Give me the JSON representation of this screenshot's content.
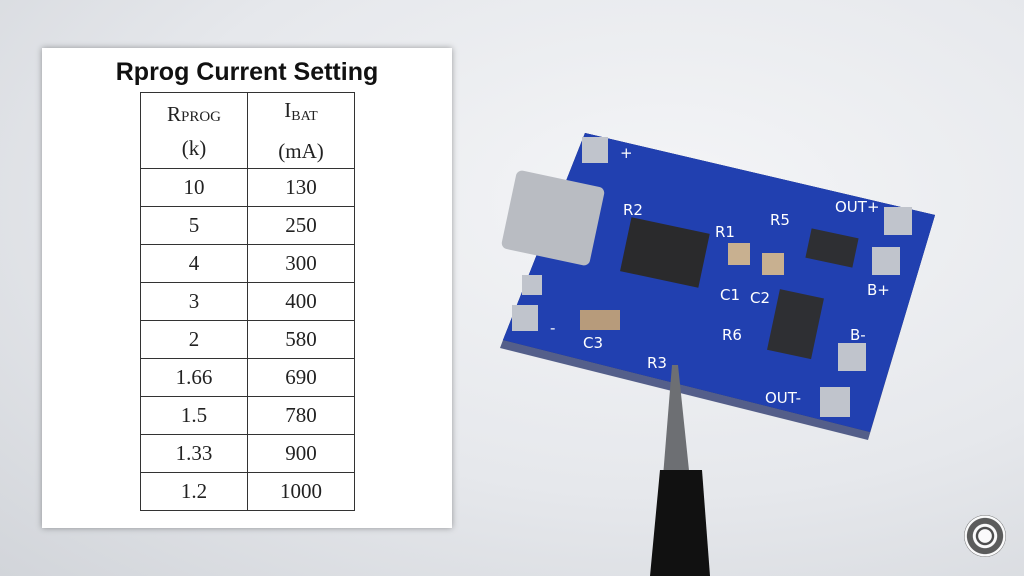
{
  "table": {
    "title": "Rprog Current Setting",
    "headers": [
      {
        "line1": "Rprog",
        "line2": "(k)"
      },
      {
        "line1_main": "I",
        "line1_sub": "BAT",
        "line2": "(mA)"
      }
    ],
    "rows": [
      [
        "10",
        "130"
      ],
      [
        "5",
        "250"
      ],
      [
        "4",
        "300"
      ],
      [
        "3",
        "400"
      ],
      [
        "2",
        "580"
      ],
      [
        "1.66",
        "690"
      ],
      [
        "1.5",
        "780"
      ],
      [
        "1.33",
        "900"
      ],
      [
        "1.2",
        "1000"
      ]
    ]
  },
  "board": {
    "labels": {
      "plus": "+",
      "minus": "-",
      "r2": "R2",
      "r1": "R1",
      "r5": "R5",
      "out_plus": "OUT+",
      "b_plus": "B+",
      "c1": "C1",
      "c2": "C2",
      "r6": "R6",
      "b_minus": "B-",
      "c3": "C3",
      "r3": "R3",
      "out_minus": "OUT-"
    },
    "color": "#1f3fa8"
  }
}
